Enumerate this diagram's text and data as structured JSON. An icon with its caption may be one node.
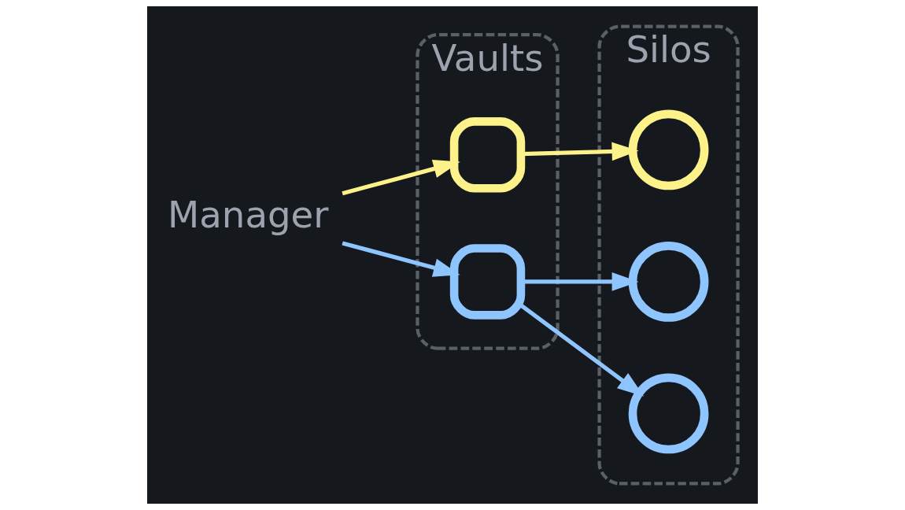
{
  "diagram": {
    "nodes": [
      {
        "text": [
          "Manager"
        ]
      },
      {
        "text": [
          "Vaults"
        ]
      },
      {
        "text": [],
        "shape": "box",
        "in": 1
      },
      {
        "text": [],
        "shape": "box",
        "in": 1
      },
      {
        "text": [
          "Silos"
        ]
      },
      {
        "text": [],
        "shape": "circle",
        "in": 4
      },
      {
        "text": [],
        "shape": "circle",
        "in": 4
      },
      {
        "text": [],
        "shape": "circle",
        "in": 4
      }
    ],
    "edges": [
      {
        "from": 0,
        "to": 2,
        "arrow": "to",
        "color": "#fdf28a"
      },
      {
        "from": 0,
        "to": 3,
        "arrow": "to"
      },
      {
        "from": 2,
        "to": 5,
        "arrow": "to",
        "color": "#fdf28a"
      },
      {
        "from": 3,
        "to": 6,
        "arrow": "to"
      },
      {
        "from": 3,
        "to": 7,
        "arrow": "to"
      }
    ]
  }
}
